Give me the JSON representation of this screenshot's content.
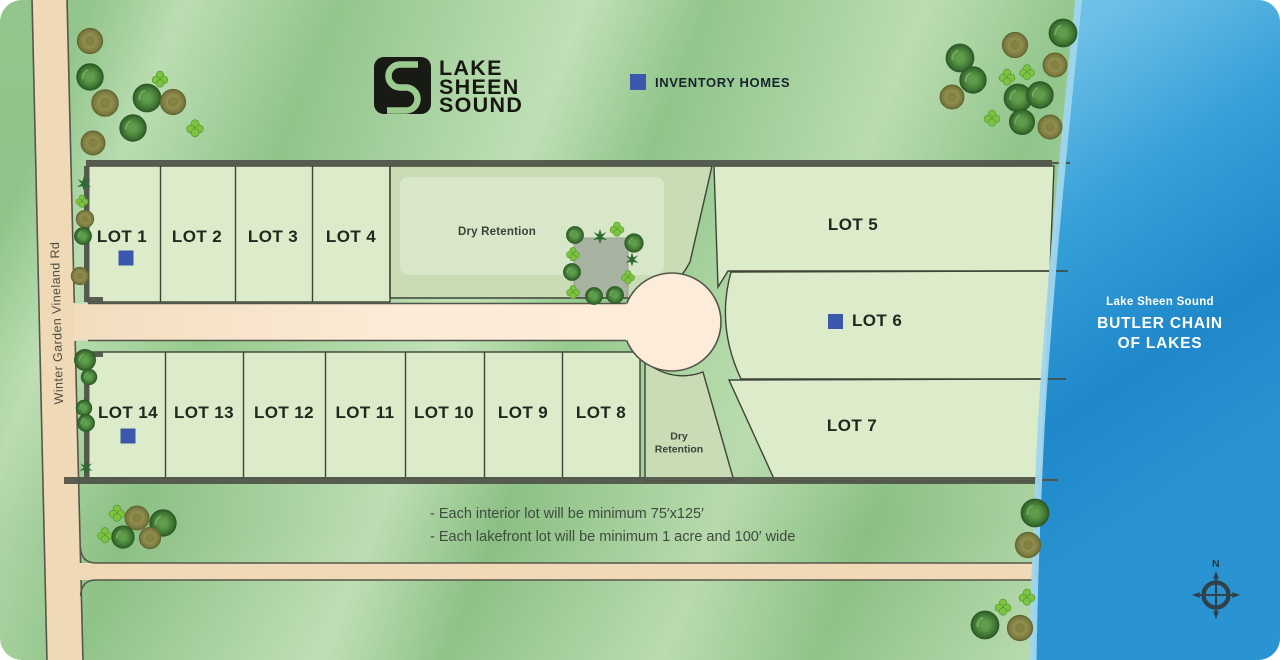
{
  "branding": {
    "logo_line1": "LAKE",
    "logo_line2": "SHEEN",
    "logo_line3": "SOUND"
  },
  "legend": {
    "inventory_label": "INVENTORY HOMES"
  },
  "streets": {
    "west_road": "Winter Garden Vineland Rd"
  },
  "lots": [
    {
      "label": "LOT 1",
      "inventory_home": true
    },
    {
      "label": "LOT 2",
      "inventory_home": false
    },
    {
      "label": "LOT 3",
      "inventory_home": false
    },
    {
      "label": "LOT 4",
      "inventory_home": false
    },
    {
      "label": "LOT 5",
      "inventory_home": false
    },
    {
      "label": "LOT 6",
      "inventory_home": true
    },
    {
      "label": "LOT 7",
      "inventory_home": false
    },
    {
      "label": "LOT 8",
      "inventory_home": false
    },
    {
      "label": "LOT 9",
      "inventory_home": false
    },
    {
      "label": "LOT 10",
      "inventory_home": false
    },
    {
      "label": "LOT 11",
      "inventory_home": false
    },
    {
      "label": "LOT 12",
      "inventory_home": false
    },
    {
      "label": "LOT 13",
      "inventory_home": false
    },
    {
      "label": "LOT 14",
      "inventory_home": true
    }
  ],
  "retention_areas": {
    "upper_label": "Dry Retention",
    "lower_line1": "Dry",
    "lower_line2": "Retention"
  },
  "lake": {
    "subtitle": "Lake Sheen Sound",
    "title_line1": "BUTLER CHAIN",
    "title_line2": "OF LAKES"
  },
  "notes": [
    "- Each interior lot will be minimum 75′x125′",
    "- Each lakefront lot will be minimum 1 acre and 100′ wide"
  ],
  "compass": {
    "north": "N"
  },
  "colors": {
    "inventory_marker": "#3b58ac",
    "lot_fill": "#dcecca",
    "retention_fill": "#c9dcb6",
    "road_fill": "#f0d9b6",
    "road_fill_light": "#fdebd7",
    "boundary_line": "#3e4337",
    "boundary_band": "#51564a",
    "lake_blue_light": "#6fc0e8",
    "lake_blue_dark": "#1f88cb",
    "shore_strip": "#9fd6ee",
    "background_green": "#8ec489"
  }
}
